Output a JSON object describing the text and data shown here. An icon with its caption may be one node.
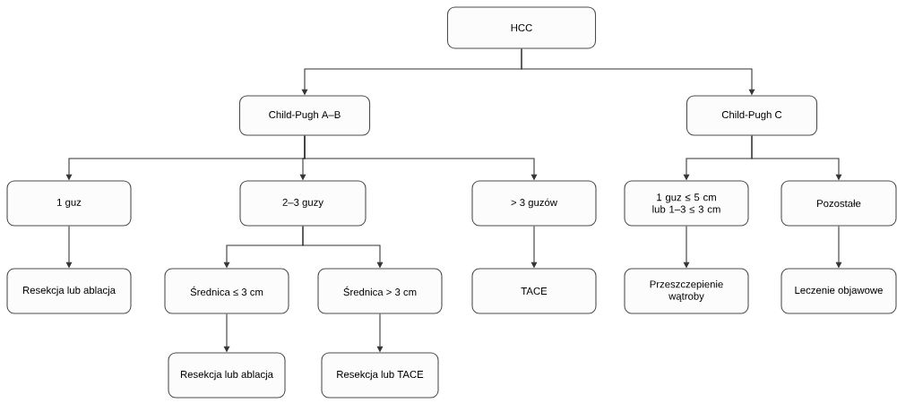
{
  "diagram": {
    "nodes": [
      {
        "text": [
          "HCC"
        ]
      },
      {
        "text": [
          "Child-Pugh A–B"
        ]
      },
      {
        "text": [
          "Child-Pugh C"
        ]
      },
      {
        "text": [
          "1 guz"
        ]
      },
      {
        "text": [
          "2–3 guzy"
        ]
      },
      {
        "text": [
          "> 3 guzów"
        ]
      },
      {
        "text": [
          "1 guz ≤ 5 cm lub 1–3 ≤ 3 cm"
        ]
      },
      {
        "text": [
          "Pozostałe"
        ]
      },
      {
        "text": [
          "Resekcja lub ablacja"
        ]
      },
      {
        "text": [
          "Średnica ≤ 3 cm"
        ]
      },
      {
        "text": [
          "Średnica > 3 cm"
        ]
      },
      {
        "text": [
          "TACE"
        ]
      },
      {
        "text": [
          "Przeszczepienie wątroby"
        ]
      },
      {
        "text": [
          "Leczenie objawowe"
        ]
      },
      {
        "text": [
          "Resekcja lub ablacja"
        ]
      },
      {
        "text": [
          "Resekcja lub TACE"
        ]
      }
    ],
    "edges": [
      {
        "from": 0,
        "to": 1,
        "arrow": "to"
      },
      {
        "from": 0,
        "to": 2,
        "arrow": "to"
      },
      {
        "from": 1,
        "to": 3,
        "arrow": "to"
      },
      {
        "from": 1,
        "to": 4,
        "arrow": "to"
      },
      {
        "from": 1,
        "to": 5,
        "arrow": "to"
      },
      {
        "from": 2,
        "to": 6,
        "arrow": "to"
      },
      {
        "from": 2,
        "to": 7,
        "arrow": "to"
      },
      {
        "from": 3,
        "to": 8,
        "arrow": "to"
      },
      {
        "from": 4,
        "to": 9,
        "arrow": "to"
      },
      {
        "from": 4,
        "to": 10,
        "arrow": "to"
      },
      {
        "from": 5,
        "to": 11,
        "arrow": "to"
      },
      {
        "from": 6,
        "to": 12,
        "arrow": "to"
      },
      {
        "from": 7,
        "to": 13,
        "arrow": "to"
      },
      {
        "from": 9,
        "to": 14,
        "arrow": "to"
      },
      {
        "from": 10,
        "to": 15,
        "arrow": "to"
      }
    ]
  }
}
